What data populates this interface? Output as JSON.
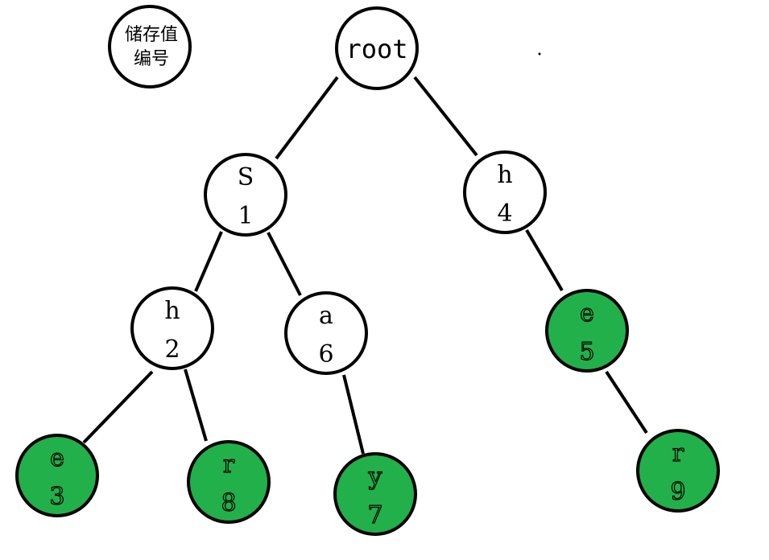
{
  "legend": {
    "line1": "储存值",
    "line2": "编号"
  },
  "colors": {
    "end_node_fill": "#22b04b",
    "normal_node_fill": "#ffffff",
    "stroke": "#000000"
  },
  "root": {
    "label": "root"
  },
  "nodes": [
    {
      "id": "n1",
      "value": "S",
      "number": "1",
      "end_of_word": false
    },
    {
      "id": "n2",
      "value": "h",
      "number": "2",
      "end_of_word": false
    },
    {
      "id": "n3",
      "value": "e",
      "number": "3",
      "end_of_word": true
    },
    {
      "id": "n4",
      "value": "h",
      "number": "4",
      "end_of_word": false
    },
    {
      "id": "n5",
      "value": "e",
      "number": "5",
      "end_of_word": true
    },
    {
      "id": "n6",
      "value": "a",
      "number": "6",
      "end_of_word": false
    },
    {
      "id": "n7",
      "value": "y",
      "number": "7",
      "end_of_word": true
    },
    {
      "id": "n8",
      "value": "r",
      "number": "8",
      "end_of_word": true
    },
    {
      "id": "n9",
      "value": "r",
      "number": "9",
      "end_of_word": true
    }
  ],
  "edges": [
    {
      "from": "root",
      "to": "n1"
    },
    {
      "from": "root",
      "to": "n4"
    },
    {
      "from": "n1",
      "to": "n2"
    },
    {
      "from": "n1",
      "to": "n6"
    },
    {
      "from": "n2",
      "to": "n3"
    },
    {
      "from": "n2",
      "to": "n8"
    },
    {
      "from": "n6",
      "to": "n7"
    },
    {
      "from": "n4",
      "to": "n5"
    },
    {
      "from": "n5",
      "to": "n9"
    }
  ]
}
